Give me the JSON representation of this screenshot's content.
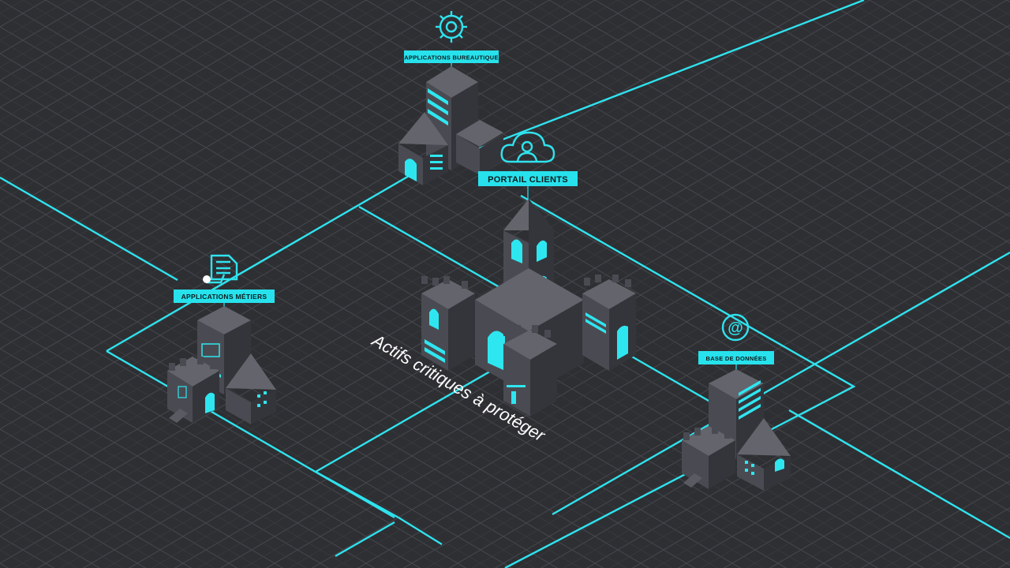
{
  "nodes": {
    "office_apps": {
      "label": "APPLICATIONS BUREAUTIQUE",
      "icon": "gear-icon"
    },
    "client_portal": {
      "label": "PORTAIL CLIENTS",
      "icon": "cloud-user-icon"
    },
    "business_apps": {
      "label": "APPLICATIONS MÉTIERS",
      "icon": "documents-icon"
    },
    "database": {
      "label": "BASE DE DONNÉES",
      "icon": "at-sign-icon"
    }
  },
  "central": {
    "caption": "Actifs critiques à protéger"
  },
  "colors": {
    "background": "#2e2f33",
    "accent": "#2ee6f0",
    "grid": "#44454b",
    "building_light": "#4a4b52",
    "building_dark": "#34353b"
  }
}
